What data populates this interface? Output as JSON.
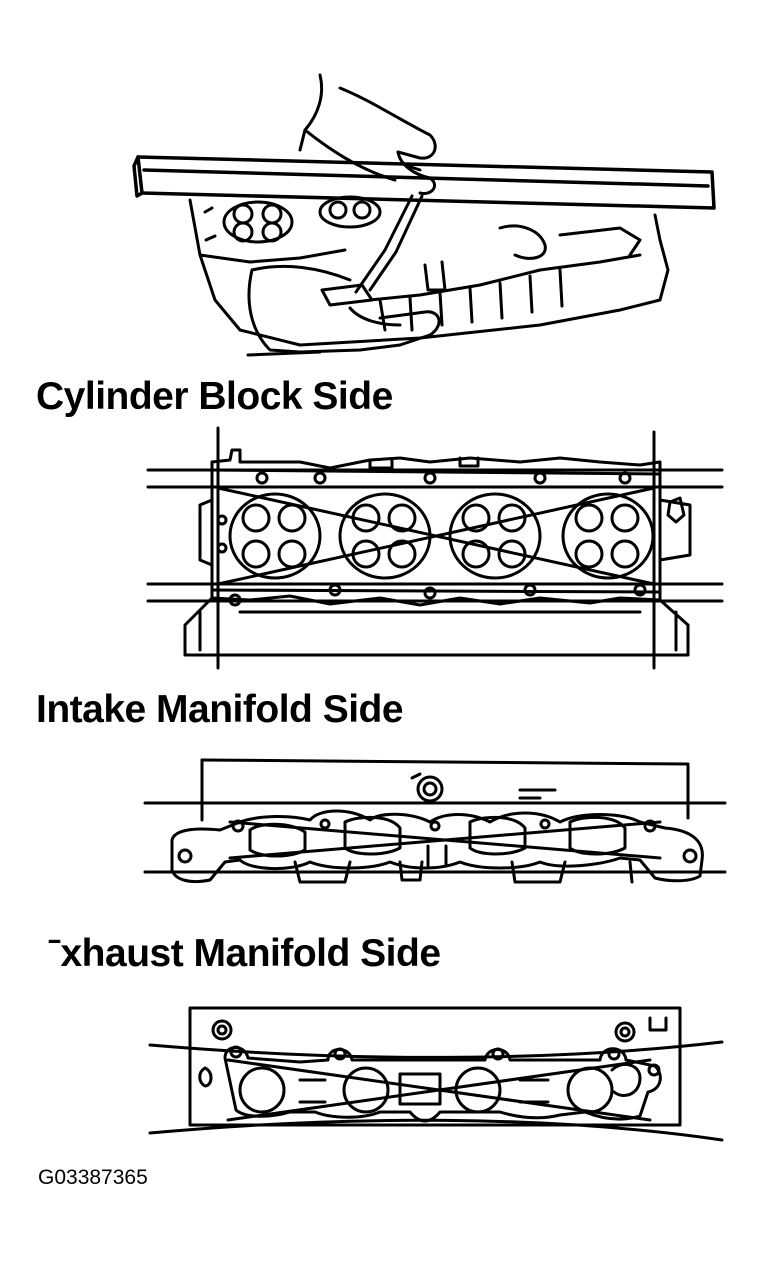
{
  "labels": {
    "cylinder_block_side": "Cylinder Block Side",
    "intake_manifold_side": "Intake Manifold Side",
    "exhaust_manifold_side": "ˉxhaust Manifold Side"
  },
  "figure_code": "G03387365",
  "colors": {
    "ink": "#000000",
    "background": "#ffffff"
  }
}
